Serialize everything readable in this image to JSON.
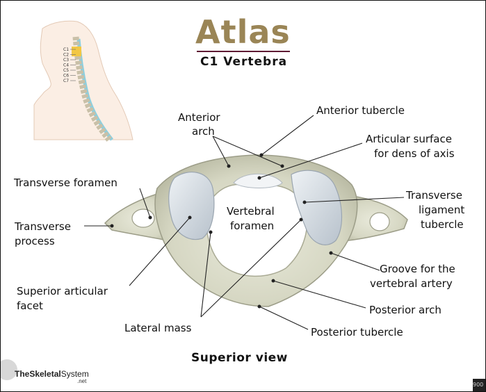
{
  "title": "Atlas",
  "subtitle": "C1 Vertebra",
  "view_label": "Superior view",
  "logo": {
    "brand": "TheSkeletal",
    "brand2": "System",
    "suffix": ".net"
  },
  "spine_inset_labels": [
    "C1",
    "C2",
    "C3",
    "C4",
    "C5",
    "C6",
    "C7"
  ],
  "labels": {
    "anterior_arch_1": "Anterior",
    "anterior_arch_2": "arch",
    "anterior_tubercle": "Anterior tubercle",
    "articular_surface_1": "Articular surface",
    "articular_surface_2": "for dens of axis",
    "transverse_foramen": "Transverse foramen",
    "transverse_ligament_1": "Transverse",
    "transverse_ligament_2": "ligament",
    "transverse_ligament_3": "tubercle",
    "vertebral_foramen_1": "Vertebral",
    "vertebral_foramen_2": "foramen",
    "transverse_process_1": "Transverse",
    "transverse_process_2": "process",
    "groove_1": "Groove for the",
    "groove_2": "vertebral artery",
    "superior_facet_1": "Superior articular",
    "superior_facet_2": "facet",
    "posterior_arch": "Posterior arch",
    "lateral_mass": "Lateral mass",
    "posterior_tubercle": "Posterior tubercle"
  },
  "corner_text": "900",
  "colors": {
    "title": "#9a8556",
    "title_rule": "#5e1a33",
    "bone": "#d9dac8",
    "cartilage": "#cfd6dd"
  }
}
